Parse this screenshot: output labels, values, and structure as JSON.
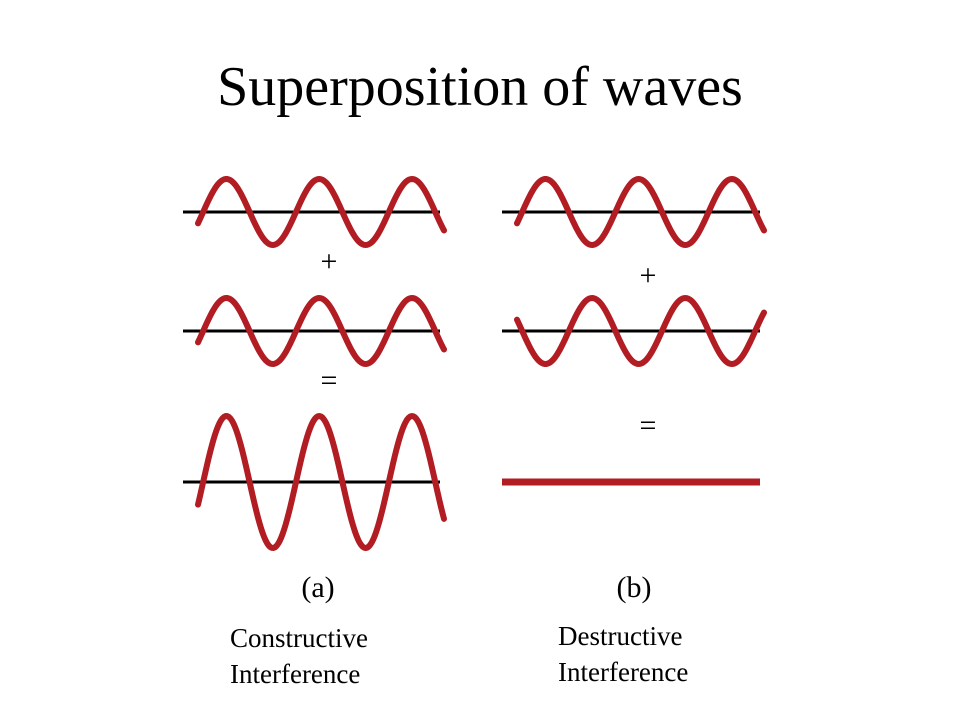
{
  "title": "Superposition of waves",
  "colors": {
    "wave": "#b11d23",
    "axis": "#000000",
    "text": "#000000"
  },
  "panels": {
    "a": {
      "plus_symbol": "+",
      "equals_symbol": "=",
      "label": "(a)",
      "caption_line1": "Constructive",
      "caption_line2": "Interference",
      "input_waves_phase": "in phase",
      "result_amplitude_ratio": 2
    },
    "b": {
      "plus_symbol": "+",
      "equals_symbol": "=",
      "label": "(b)",
      "caption_line1": "Destructive",
      "caption_line2": "Interference",
      "input_waves_phase": "opposite phase",
      "result_amplitude_ratio": 0
    }
  }
}
